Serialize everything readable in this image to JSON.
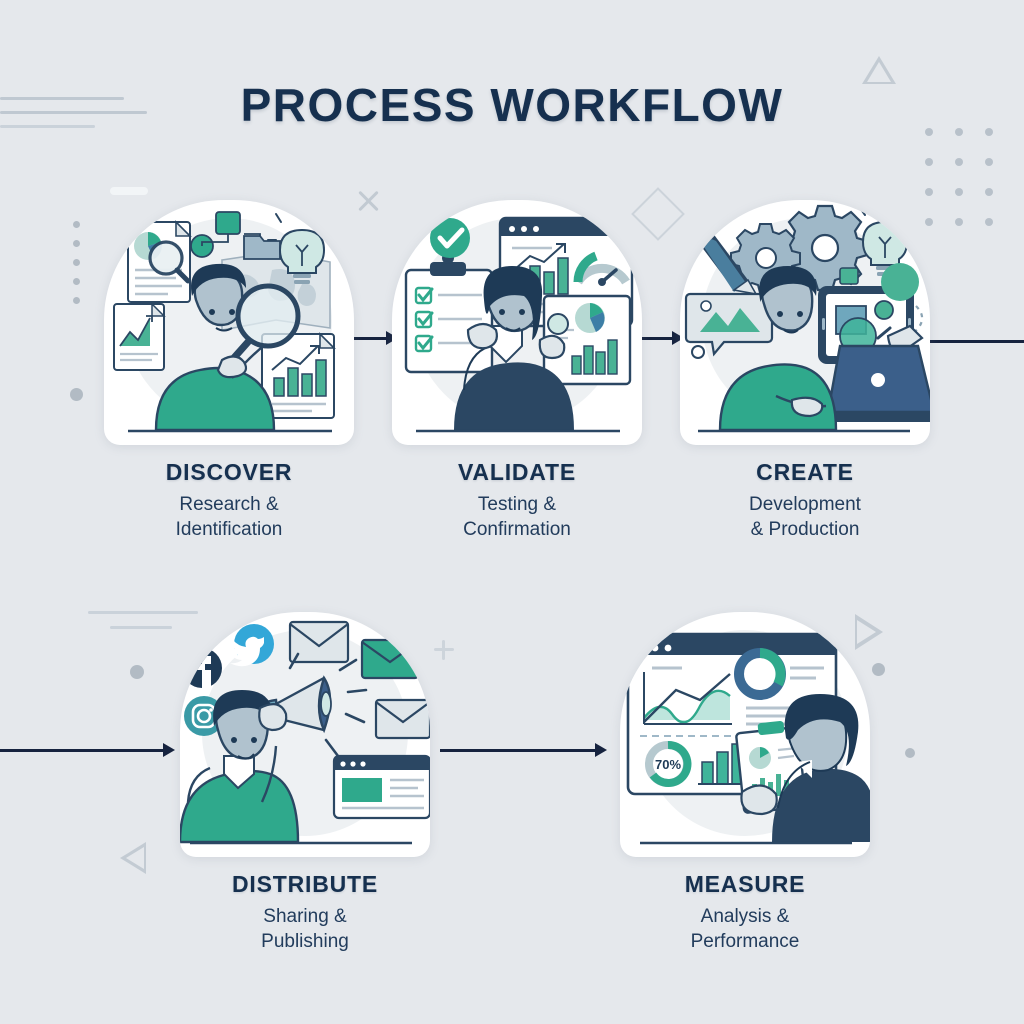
{
  "page": {
    "title": "PROCESS WORKFLOW",
    "background_color": "#e5e8ec",
    "accent_navy": "#16304f",
    "accent_teal": "#2fa98c",
    "accent_blue": "#2d5a82"
  },
  "steps": [
    {
      "id": "discover",
      "order": 1,
      "title": "DISCOVER",
      "subtitle_line1": "Research &",
      "subtitle_line2": "Identification",
      "illustration_name": "person-with-magnifying-glass",
      "illustration_elements": [
        "document-pie-chart",
        "magnifying-glass",
        "node-diagram",
        "lightbulb-icon",
        "world-map",
        "document-line-chart",
        "clipboard-bar-chart",
        "person-teal-sweater"
      ]
    },
    {
      "id": "validate",
      "order": 2,
      "title": "VALIDATE",
      "subtitle_line1": "Testing &",
      "subtitle_line2": "Confirmation",
      "illustration_name": "woman-with-checklist-and-dashboard",
      "illustration_elements": [
        "green-check-badge",
        "clipboard-checkboxes",
        "browser-window-chart",
        "gauge-meter",
        "pie-chart-card",
        "bar-chart",
        "person-navy-blazer"
      ]
    },
    {
      "id": "create",
      "order": 3,
      "title": "CREATE",
      "subtitle_line1": "Development",
      "subtitle_line2": "& Production",
      "illustration_name": "person-at-laptop-designing",
      "illustration_elements": [
        "gear-icon-large",
        "gear-icon-small",
        "lightbulb-icon",
        "pen-icon",
        "image-placeholder-bubble",
        "tablet-design-canvas",
        "stylus-cursor",
        "plus-icon",
        "person-teal-sweater",
        "laptop-icon"
      ]
    },
    {
      "id": "distribute",
      "order": 4,
      "title": "DISTRIBUTE",
      "subtitle_line1": "Sharing &",
      "subtitle_line2": "Publishing",
      "illustration_name": "person-with-megaphone",
      "illustration_elements": [
        "facebook-icon",
        "twitter-icon",
        "instagram-icon",
        "envelope-icon",
        "megaphone-icon",
        "browser-window-post",
        "person-teal-sweater"
      ]
    },
    {
      "id": "measure",
      "order": 5,
      "title": "MEASURE",
      "subtitle_line1": "Analysis &",
      "subtitle_line2": "Performance",
      "illustration_name": "person-reviewing-analytics-dashboard",
      "illustration_elements": [
        "browser-window-dashboard",
        "area-line-chart",
        "donut-chart",
        "progress-ring",
        "bar-chart",
        "clipboard-report",
        "person-navy-sweater"
      ],
      "data_labels": {
        "progress_ring": "70%"
      }
    }
  ],
  "flow": {
    "arrow_1_name": "arrow-discover-to-validate",
    "arrow_2_name": "arrow-validate-to-create",
    "arrow_3_name": "arrow-create-to-row2",
    "arrow_4_name": "arrow-into-distribute",
    "arrow_5_name": "arrow-distribute-to-measure"
  },
  "decorations": {
    "triangle_top_right": "triangle-outline",
    "triangle_bottom_left": "triangle-left-outline",
    "triangle_right_mid": "triangle-right-outline",
    "dot_grid": "dot-grid-3x4",
    "diamond": "diamond-outline",
    "sparkle": "sparkle-x",
    "plus": "plus-mark",
    "lines_top_left": "decorative-lines",
    "lines_mid_left": "decorative-lines"
  }
}
